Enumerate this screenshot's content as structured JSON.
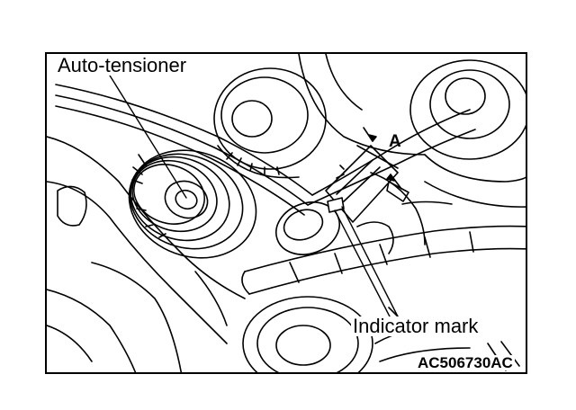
{
  "labels": {
    "auto_tensioner": "Auto-tensioner",
    "indicator_mark": "Indicator mark",
    "dimension_a": "A",
    "figure_code": "AC506730AC"
  },
  "colors": {
    "line": "#000000",
    "background": "#ffffff"
  }
}
